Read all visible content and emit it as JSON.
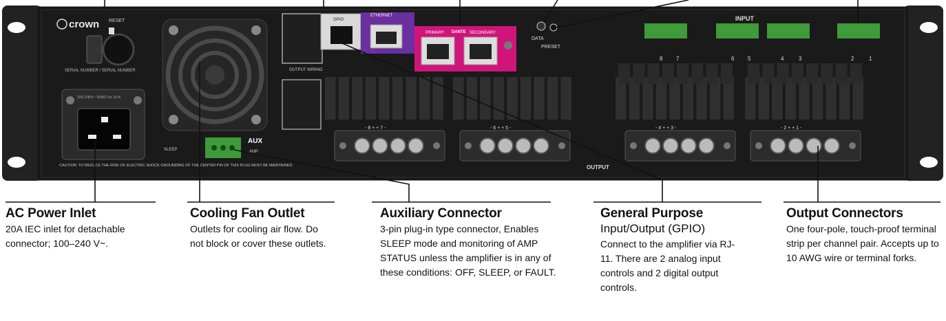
{
  "panel": {
    "brand": "crown",
    "reset_label": "RESET",
    "serial_label": "SERIAL NUMBER / SERIAL NUMBER",
    "gpio_label": "GPIO",
    "ethernet_label": "ETHERNET",
    "dante_primary": "PRIMARY",
    "dante_label": "DANTE",
    "dante_secondary": "SECONDARY",
    "data_label": "DATA",
    "preset_label": "PRESET",
    "input_label": "INPUT",
    "input_channels": [
      "8",
      "7",
      "6",
      "5",
      "4",
      "3",
      "2",
      "1"
    ],
    "output_wiring_label": "OUTPUT WIRING",
    "aux_label": "AUX",
    "amp_label": "AMP",
    "sleep_label": "SLEEP",
    "output_label": "OUTPUT",
    "output_groups": [
      "- 8 + + 7 -",
      "- 6 + + 5 -",
      "- 4 + + 3 -",
      "- 2 + + 1 -"
    ],
    "power_rating": "100-240V~  50/60 Hz  16 A",
    "caution": "CAUTION: TO REDUCE THE RISK OF ELECTRIC SHOCK GROUNDING OF THE CENTER PIN OF THIS PLUG MUST BE MAINTAINED.",
    "colors": {
      "chassis": "#1a1a1a",
      "gpio_port": "#6a2fa0",
      "dante_ports": "#d0147a",
      "connector_green": "#3f9a3a"
    }
  },
  "callouts": {
    "ac_power": {
      "title": "AC Power Inlet",
      "desc": "20A IEC inlet for detachable connector; 100–240 V~."
    },
    "cooling_fan": {
      "title": "Cooling Fan Outlet",
      "desc": "Outlets for cooling air flow.  Do not block or cover these outlets."
    },
    "auxiliary": {
      "title": "Auxiliary Connector",
      "desc": "3-pin plug-in type connector, Enables SLEEP mode and monitoring of AMP STATUS unless the amplifier is in any of these conditions: OFF, SLEEP, or FAULT."
    },
    "gpio": {
      "title": "General Purpose",
      "subtitle": "Input/Output (GPIO)",
      "desc": "Connect to the amplifier via RJ-11.  There are 2 analog input controls and 2 digital output controls."
    },
    "output_connectors": {
      "title": "Output Connectors",
      "desc": "One four-pole, touch-proof terminal strip per channel pair. Accepts up to 10 AWG wire or terminal forks."
    }
  }
}
